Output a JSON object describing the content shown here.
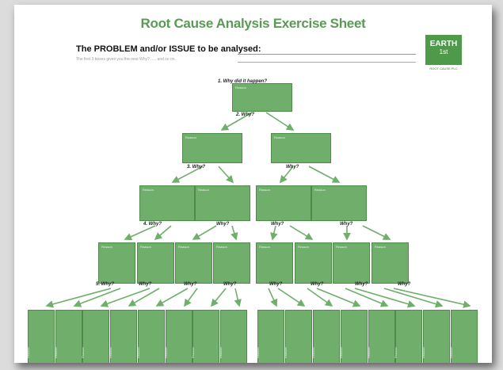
{
  "title": "Root Cause Analysis Exercise Sheet",
  "problem_label": "The PROBLEM and/or ISSUE to be analysed:",
  "hint": "The first 3 boxes gives you the next Why? ..... and so on.",
  "logo": {
    "line1": "EARTH",
    "line2": "1st",
    "sub": "ROOT CAUSE PLC"
  },
  "question_top": "1. Why did it happen?",
  "why2": "2. Why?",
  "why3": "3. Why?",
  "why4": "4. Why?",
  "why5": "5. Why?",
  "why": "Why?",
  "reason_label": "Reason",
  "colors": {
    "green": "#6fae6b",
    "title": "#5a9a54",
    "arrow": "#6fae6b"
  }
}
